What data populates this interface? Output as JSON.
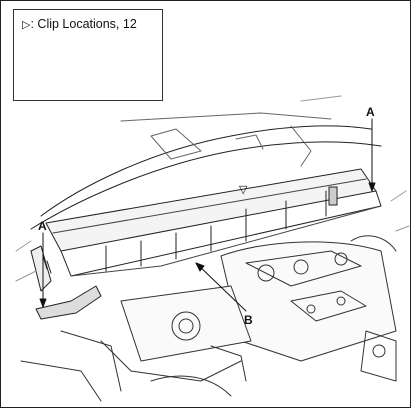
{
  "legend": {
    "symbol": "▷",
    "label": ": Clip Locations, 12"
  },
  "callouts": {
    "a_left": "A",
    "a_right": "A",
    "b": "B"
  },
  "marker_symbol": "▽"
}
